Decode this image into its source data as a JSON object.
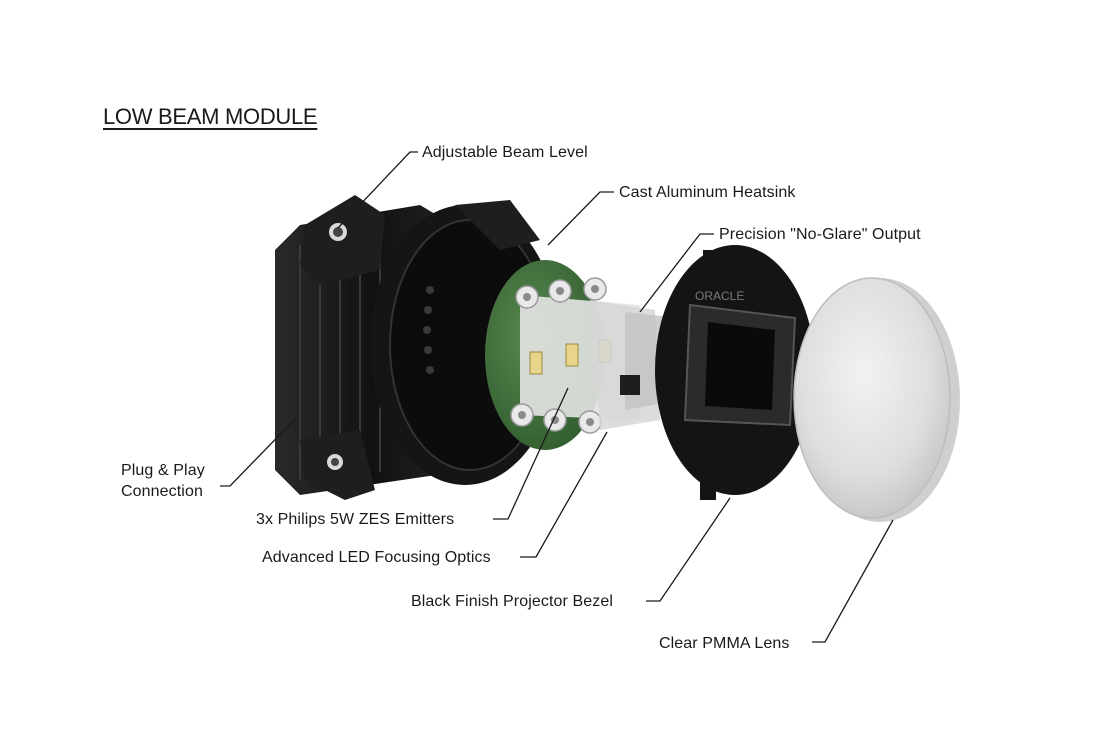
{
  "title": "LOW BEAM MODULE",
  "callouts": {
    "adjustable_beam_level": "Adjustable Beam Level",
    "cast_aluminum_heatsink": "Cast Aluminum Heatsink",
    "precision_output": "Precision \"No-Glare\" Output",
    "plug_and_play_line1": "Plug & Play",
    "plug_and_play_line2": "Connection",
    "philips_emitters": "3x Philips 5W ZES Emitters",
    "led_focusing_optics": "Advanced LED Focusing Optics",
    "projector_bezel": "Black Finish Projector Bezel",
    "pmma_lens": "Clear PMMA Lens"
  },
  "bezel_text": "ORACLE",
  "colors": {
    "housing": "#1c1c1c",
    "pcb": "#3f6b3a",
    "led": "#e8d48a",
    "lens": "#e6e6e6",
    "leader": "#1a1a1a"
  }
}
